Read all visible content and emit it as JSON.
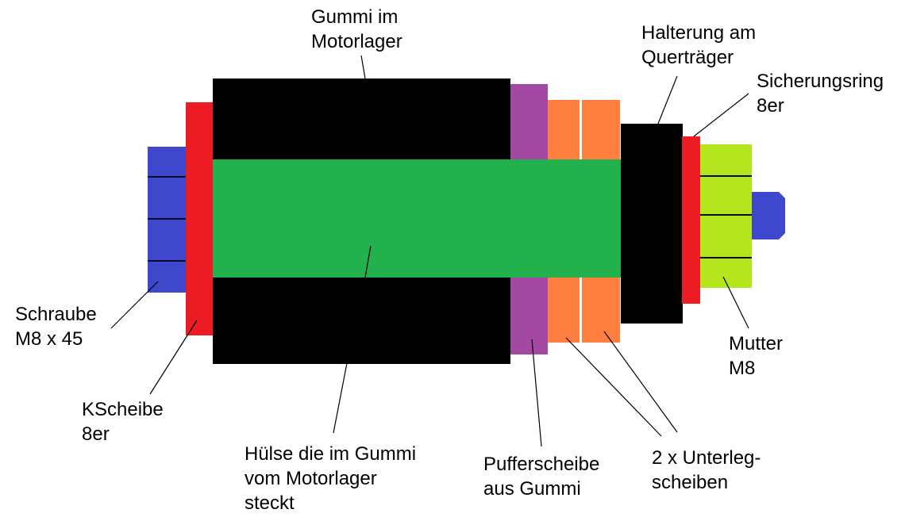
{
  "diagram": {
    "title": "Motorlager Schraubverbindung",
    "colors": {
      "bolt": "#3f48cc",
      "washer_k": "#ed1c24",
      "rubber_mount": "#000000",
      "sleeve": "#22b14c",
      "buffer": "#a349a4",
      "washers": "#ff7f41",
      "bracket": "#000000",
      "circlip": "#ed1c24",
      "nut": "#b5e61d"
    },
    "labels": {
      "rubber_mount": [
        "Gummi im",
        "Motorlager"
      ],
      "bracket": [
        "Halterung am",
        "Querträger"
      ],
      "circlip": [
        "Sicherungsring",
        "8er"
      ],
      "bolt": [
        "Schraube",
        "M8 x 45"
      ],
      "washer_k": [
        "KScheibe",
        "8er"
      ],
      "sleeve": [
        "Hülse die im Gummi",
        "vom Motorlager",
        "steckt"
      ],
      "buffer": [
        "Pufferscheibe",
        "aus Gummi"
      ],
      "washers": [
        "2 x Unterleg-",
        "scheiben"
      ],
      "nut": [
        "Mutter",
        "M8"
      ]
    }
  }
}
